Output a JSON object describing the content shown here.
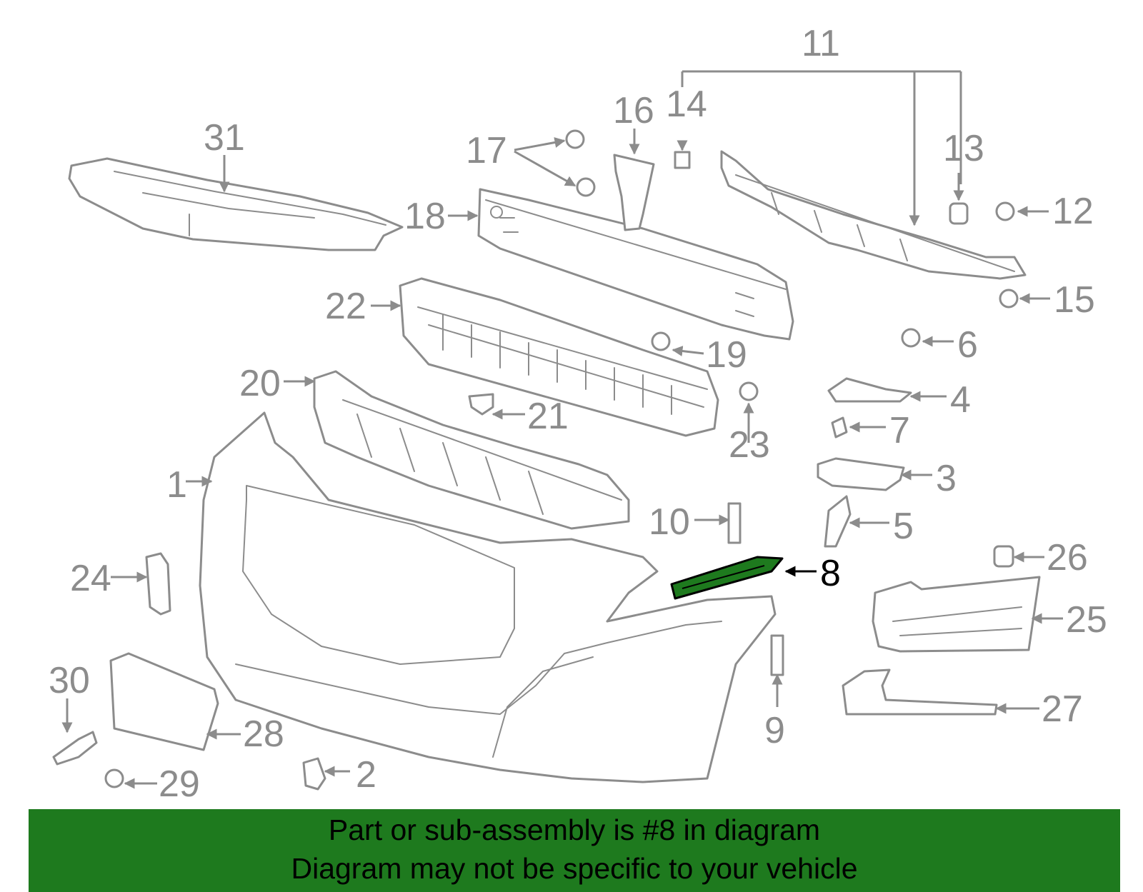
{
  "diagram": {
    "highlight_part": "8",
    "colors": {
      "line": "#8c8c8c",
      "highlight_fill": "#1e7a1e",
      "banner_bg": "#1e7a1e",
      "text_dark": "#000000"
    },
    "callouts": [
      "1",
      "2",
      "3",
      "4",
      "5",
      "6",
      "7",
      "8",
      "9",
      "10",
      "11",
      "12",
      "13",
      "14",
      "15",
      "16",
      "17",
      "18",
      "19",
      "20",
      "21",
      "22",
      "23",
      "24",
      "25",
      "26",
      "27",
      "28",
      "29",
      "30",
      "31"
    ]
  },
  "banner": {
    "line1": "Part or sub-assembly is #8 in diagram",
    "line2": "Diagram may not be specific to your vehicle"
  }
}
